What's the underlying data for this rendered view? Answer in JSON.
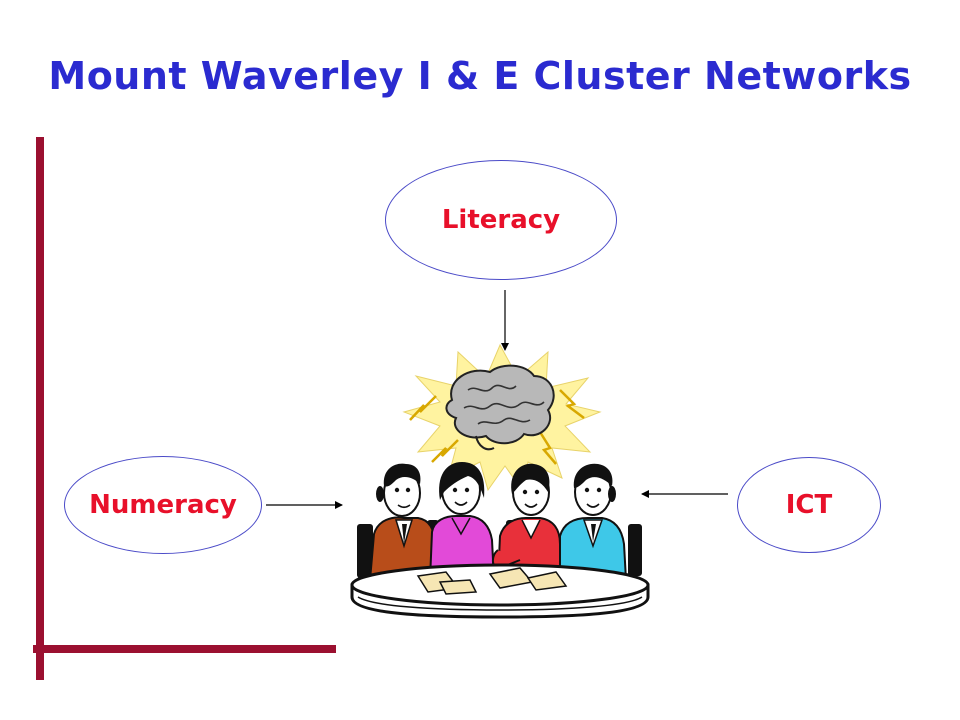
{
  "slide": {
    "title": "Mount Waverley I & E Cluster Networks"
  },
  "nodes": {
    "literacy": "Literacy",
    "numeracy": "Numeracy",
    "ict": "ICT"
  },
  "colors": {
    "title": "#2b2bd0",
    "node_text": "#e8102a",
    "node_border": "#4b4bc8",
    "accent_bar": "#9b1030",
    "arrow": "#000000",
    "burst": "#fff3a0",
    "brain": "#b8b8b8"
  },
  "icons": {
    "center": "team-meeting-brainstorm-icon"
  }
}
